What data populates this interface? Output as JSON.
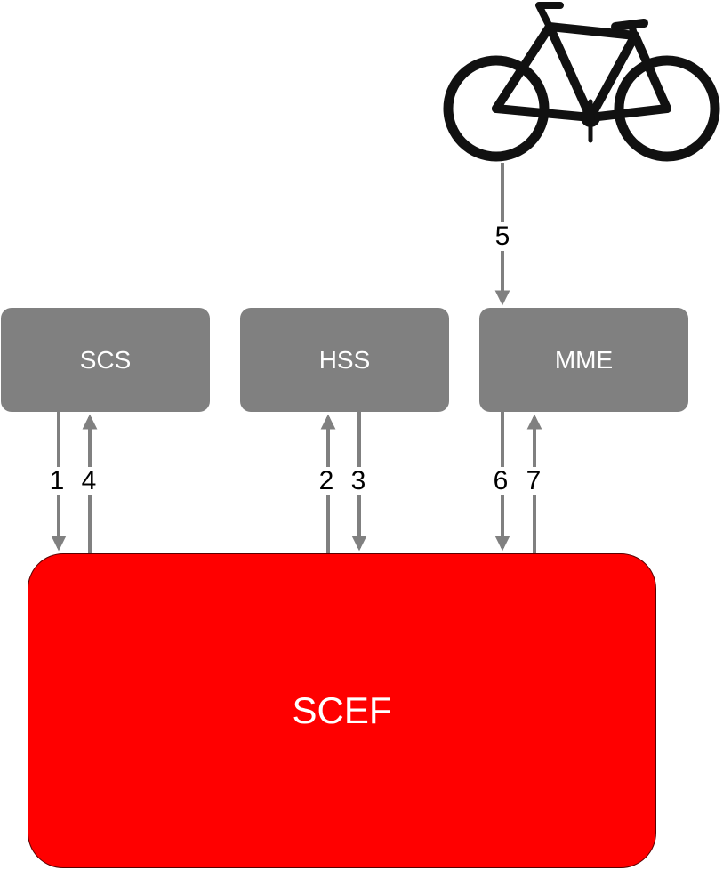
{
  "nodes": {
    "scs": {
      "label": "SCS"
    },
    "hss": {
      "label": "HSS"
    },
    "mme": {
      "label": "MME"
    },
    "scef": {
      "label": "SCEF"
    }
  },
  "steps": [
    "1",
    "2",
    "3",
    "4",
    "5",
    "6",
    "7"
  ],
  "colors": {
    "box": "#808080",
    "scef": "#ff0000",
    "arrow": "#808080",
    "device": "#111111"
  },
  "device_icon": "bicycle-icon"
}
